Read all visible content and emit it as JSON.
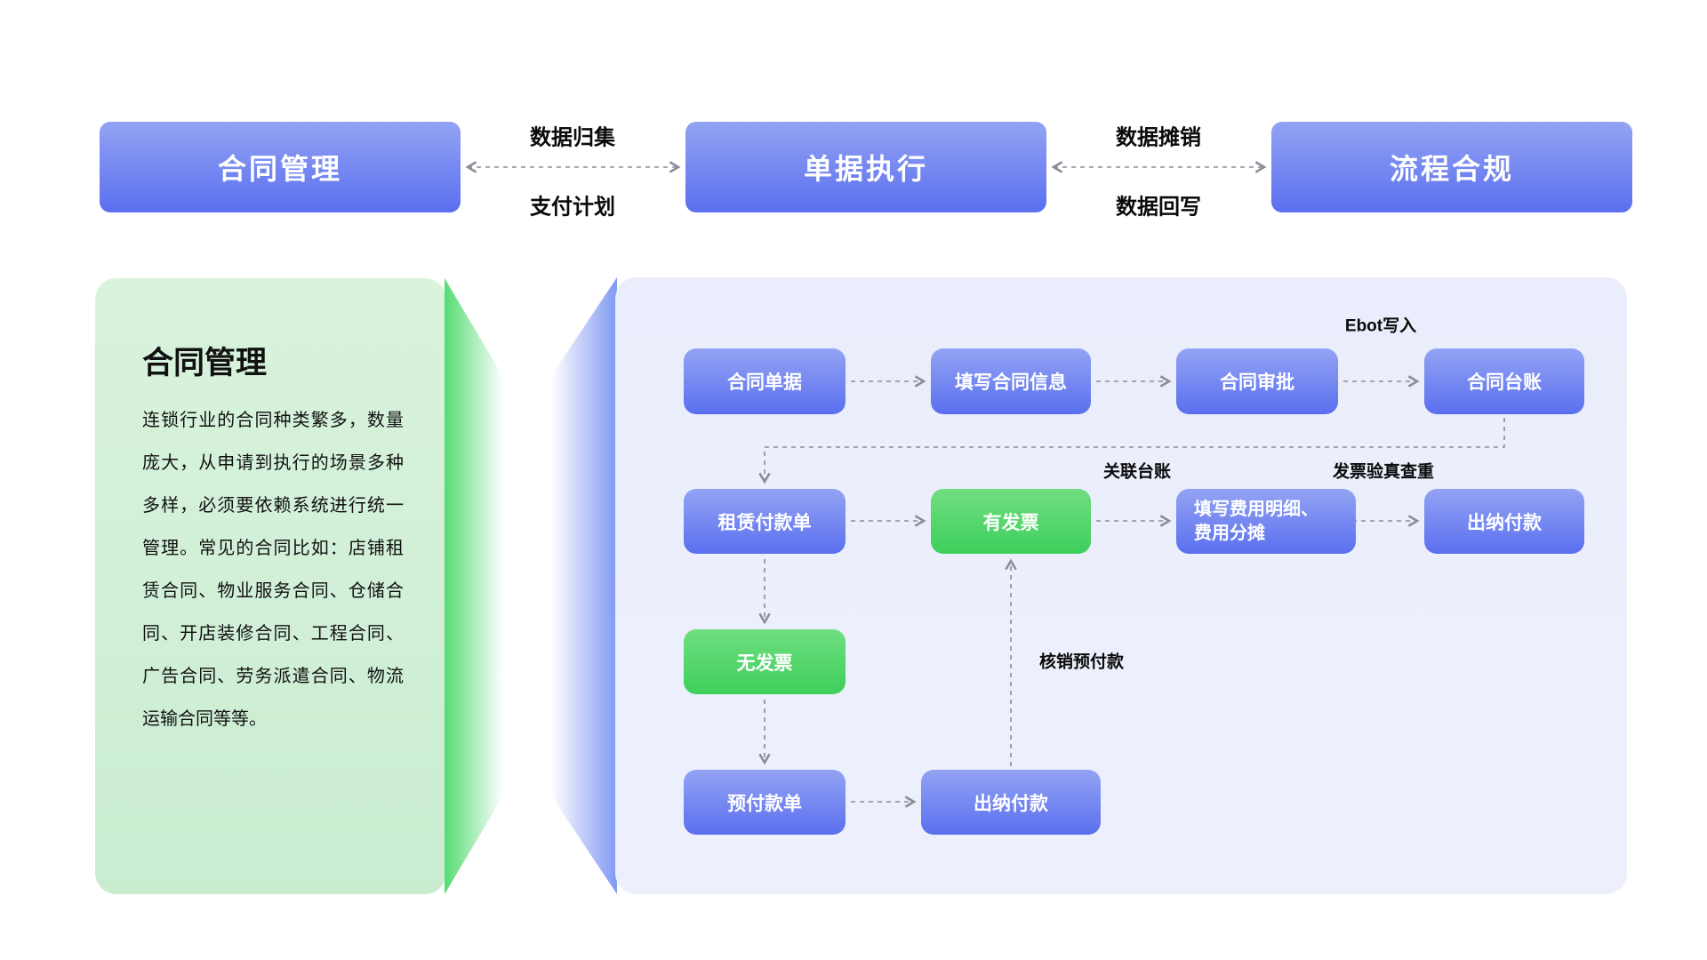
{
  "colors": {
    "blue_box_top": "#93a3f3",
    "blue_box_bottom": "#5a6fef",
    "green_box_top": "#70de81",
    "green_box_bottom": "#3ecf5b",
    "green_panel": "#d2efd8",
    "green_fold": "#55db73",
    "lavender_panel": "#eaedfb",
    "blue_fold": "#8099f2",
    "connector": "#878d99",
    "text": "#0a0a0a"
  },
  "top_flow": {
    "nodes": [
      {
        "label": "合同管理"
      },
      {
        "label": "单据执行"
      },
      {
        "label": "流程合规"
      }
    ],
    "links": [
      {
        "above": "数据归集",
        "below": "支付计划"
      },
      {
        "above": "数据摊销",
        "below": "数据回写"
      }
    ]
  },
  "left_panel": {
    "title": "合同管理",
    "body": "连锁行业的合同种类繁多，数量庞大，从申请到执行的场景多种多样，必须要依赖系统进行统一管理。常见的合同比如：店铺租赁合同、物业服务合同、仓储合同、开店装修合同、工程合同、广告合同、劳务派遣合同、物流运输合同等等。"
  },
  "diagram": {
    "nodes": {
      "contract_doc": "合同单据",
      "fill_contract_info": "填写合同信息",
      "contract_approval": "合同审批",
      "contract_ledger": "合同台账",
      "rental_payment": "租赁付款单",
      "has_invoice": "有发票",
      "fill_expense": "填写费用明细、\n费用分摊",
      "cashier_payment_top": "出纳付款",
      "no_invoice": "无发票",
      "prepayment": "预付款单",
      "cashier_payment_bottom": "出纳付款"
    },
    "labels": {
      "ebot_write": "Ebot写入",
      "link_ledger": "关联台账",
      "invoice_verify": "发票验真查重",
      "writeoff_prepay": "核销预付款"
    }
  }
}
